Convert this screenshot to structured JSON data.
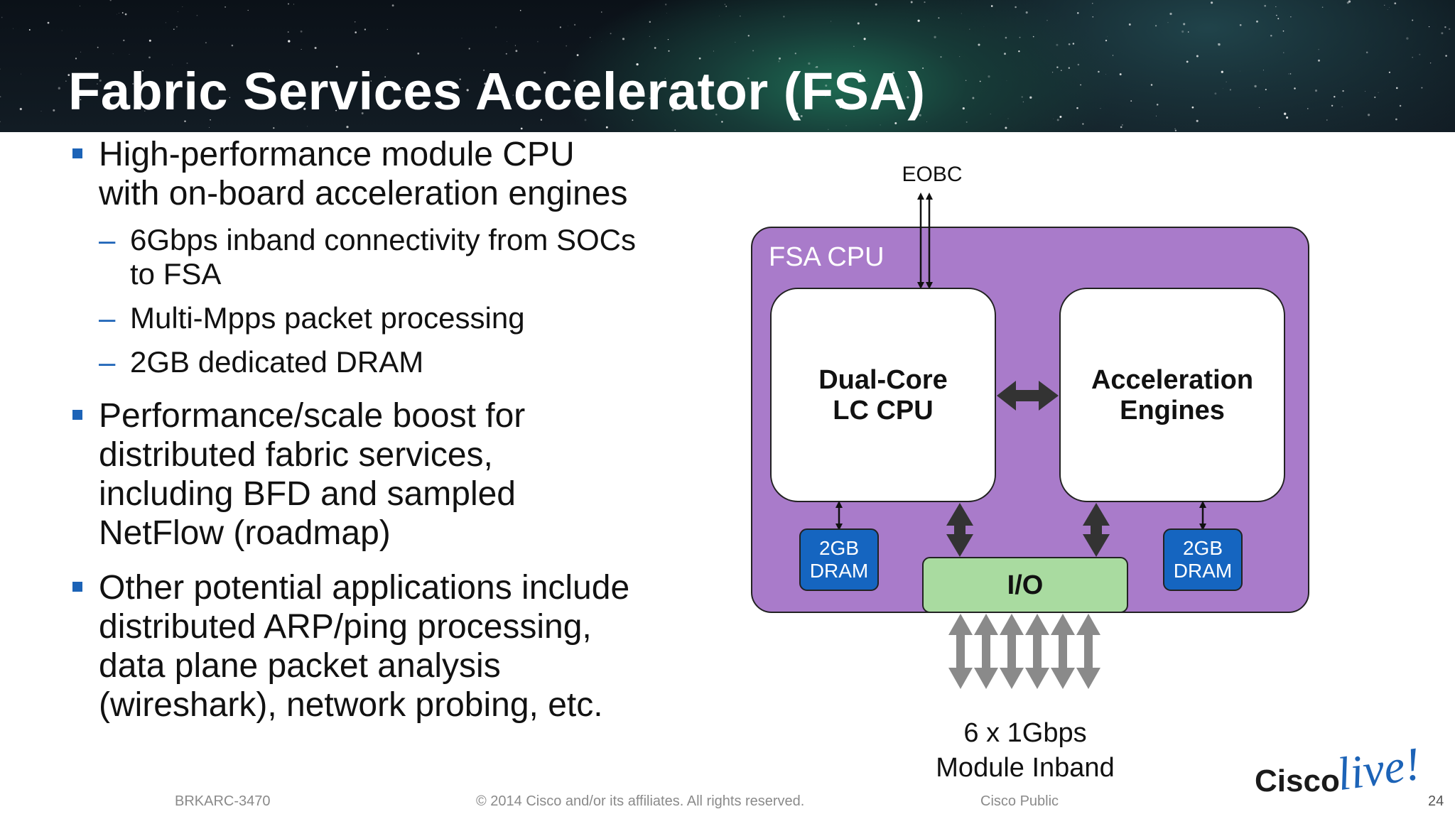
{
  "slide": {
    "title": "Fabric Services Accelerator (FSA)",
    "bullets": [
      {
        "text": "High-performance module CPU with on-board acceleration engines",
        "sub": [
          "6Gbps inband connectivity from SOCs to FSA",
          "Multi-Mpps packet processing",
          "2GB dedicated DRAM"
        ]
      },
      {
        "text": "Performance/scale boost for distributed fabric services, including BFD and sampled NetFlow (roadmap)",
        "sub": []
      },
      {
        "text": "Other potential applications include distributed ARP/ping processing, data plane packet analysis (wireshark), network probing, etc.",
        "sub": []
      }
    ]
  },
  "diagram": {
    "eobc_label": "EOBC",
    "container_label": "FSA CPU",
    "cpu_line1": "Dual-Core",
    "cpu_line2": "LC CPU",
    "accel_line1": "Acceleration",
    "accel_line2": "Engines",
    "dram_left_line1": "2GB",
    "dram_left_line2": "DRAM",
    "dram_right_line1": "2GB",
    "dram_right_line2": "DRAM",
    "io_label": "I/O",
    "inband_line1": "6 x 1Gbps",
    "inband_line2": "Module Inband",
    "inband_port_count": 6
  },
  "footer": {
    "session_id": "BRKARC-3470",
    "copyright": "© 2014 Cisco and/or its affiliates. All rights reserved.",
    "classification": "Cisco Public",
    "page_number": "24",
    "logo_text_brand": "Cisco",
    "logo_text_event": "live!"
  },
  "colors": {
    "container_fill": "#a97bca",
    "dram_fill": "#1565c0",
    "io_fill": "#a9dba0",
    "arrow": "#333333",
    "bullet_accent": "#1c63b7"
  }
}
